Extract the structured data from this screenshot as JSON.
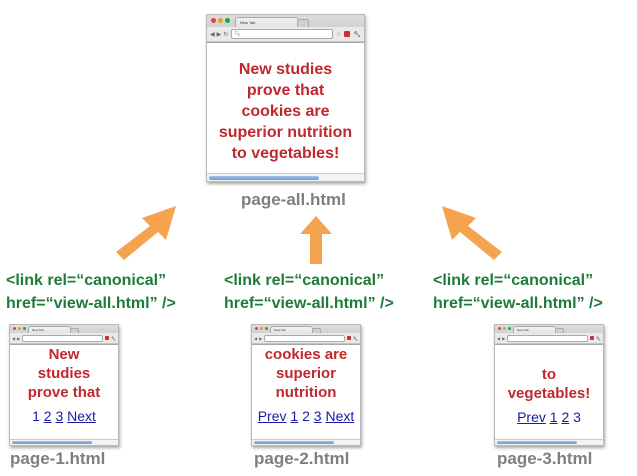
{
  "canonical": {
    "title": "page-all.html",
    "browser_tab": "New Tab",
    "text": "New studies prove that cookies are superior nutrition to vegetables!"
  },
  "pages": [
    {
      "filename": "page-1.html",
      "browser_tab": "New Tab",
      "lines": [
        "New",
        "studies",
        "prove that"
      ],
      "pager": [
        {
          "label": "1",
          "link": false
        },
        {
          "label": "2",
          "link": true
        },
        {
          "label": "3",
          "link": true
        },
        {
          "label": "Next",
          "link": true
        }
      ],
      "code_line1": "<link rel=“canonical”",
      "code_line2": "href=“view-all.html” />"
    },
    {
      "filename": "page-2.html",
      "browser_tab": "New Tab",
      "lines": [
        "cookies are",
        "superior",
        "nutrition"
      ],
      "pager": [
        {
          "label": "Prev",
          "link": true
        },
        {
          "label": "1",
          "link": true
        },
        {
          "label": "2",
          "link": false
        },
        {
          "label": "3",
          "link": true
        },
        {
          "label": "Next",
          "link": true
        }
      ],
      "code_line1": "<link rel=“canonical”",
      "code_line2": "href=“view-all.html” />"
    },
    {
      "filename": "page-3.html",
      "browser_tab": "New Tab",
      "lines": [
        "to",
        "vegetables!"
      ],
      "pager": [
        {
          "label": "Prev",
          "link": true
        },
        {
          "label": "1",
          "link": true
        },
        {
          "label": "2",
          "link": true
        },
        {
          "label": "3",
          "link": false
        }
      ],
      "code_line1": "<link rel=“canonical”",
      "code_line2": "href=“view-all.html” />"
    }
  ],
  "colors": {
    "headline": "#c0282d",
    "code": "#1e7b3a",
    "caption": "#7f7f7f",
    "arrow": "#f5a34f",
    "link": "#1a1aa6"
  },
  "icons": {
    "arrow": "arrow-up-icon",
    "window_controls": "traffic-light-icon"
  }
}
